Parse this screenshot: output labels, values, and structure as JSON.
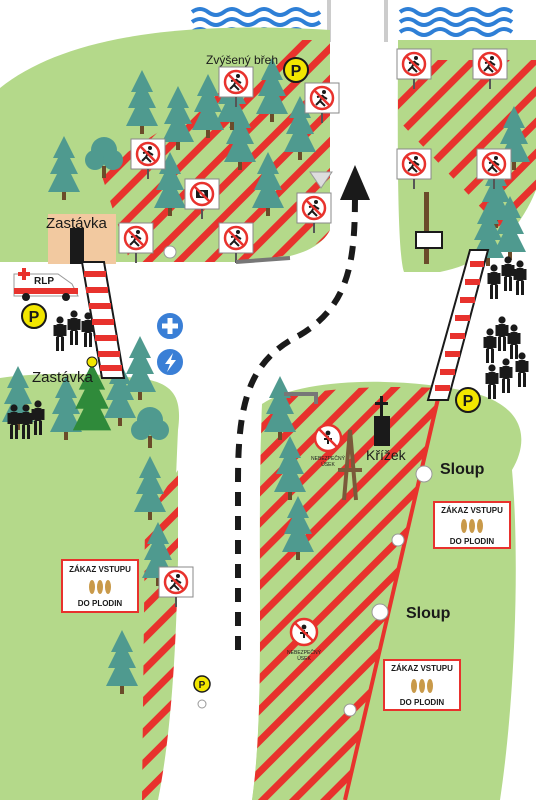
{
  "labels": {
    "bank_top": "Zvýšený břeh",
    "stop_top": "Zastávka",
    "stop_left": "Zastávka",
    "shrine": "Křížek",
    "pole_1": "Sloup",
    "pole_2": "Sloup",
    "ambulance": "RLP",
    "parking": "P",
    "danger_line1": "NEBEZPEČNÝ",
    "danger_line2": "ÚSEK"
  },
  "crop_signs": [
    {
      "line1": "ZÁKAZ VSTUPU",
      "line2": "DO PLODIN"
    },
    {
      "line1": "ZÁKAZ VSTUPU",
      "line2": "DO PLODIN"
    },
    {
      "line1": "ZÁKAZ VSTUPU",
      "line2": "DO PLODIN"
    }
  ],
  "icons": [
    "water-waves-icon",
    "parking-icon",
    "no-entry-pedestrian-icon",
    "no-camera-icon",
    "first-aid-icon",
    "electricity-icon",
    "ambulance-icon",
    "cross-shrine-icon",
    "spectator-icon",
    "tree-icon"
  ],
  "colors": {
    "meadow": "#b4d98a",
    "forbidden_stripe": "#e8322d",
    "road": "#ffffff",
    "water": "#2e7fd6",
    "tree_dark": "#4f9a8f",
    "tree_green": "#2f8a3a",
    "parking": "#f2e600"
  }
}
